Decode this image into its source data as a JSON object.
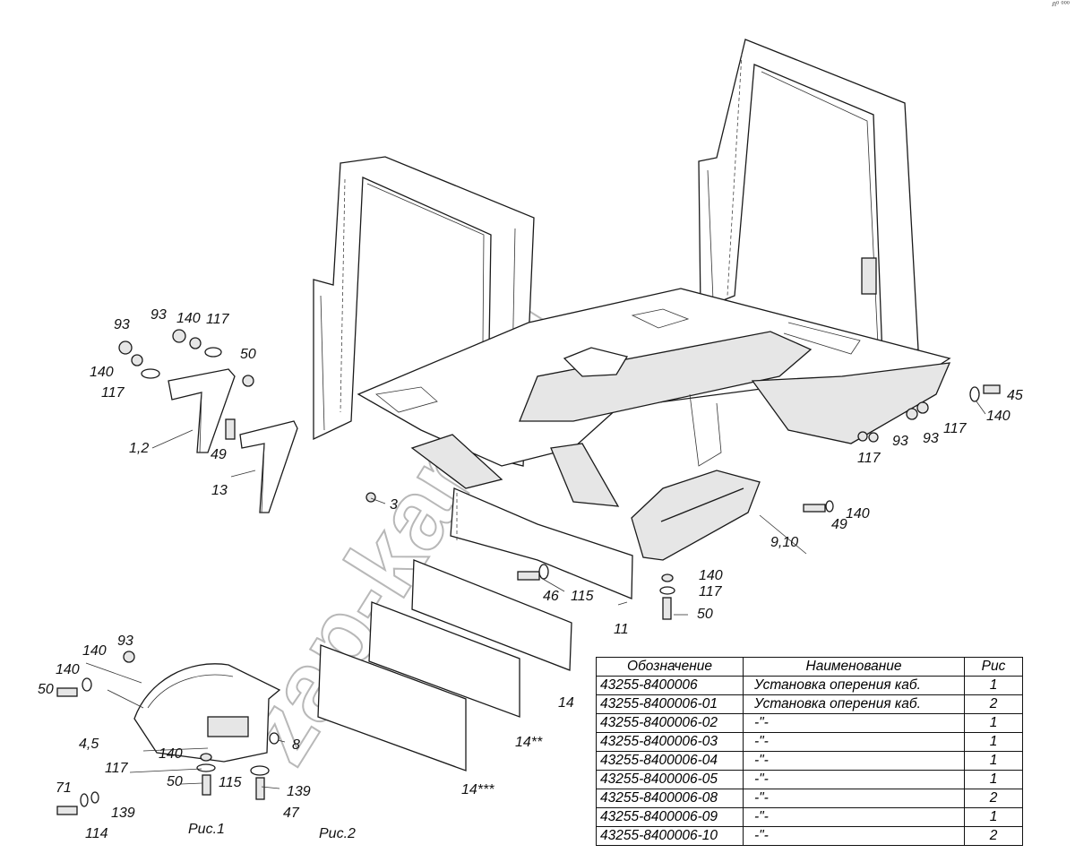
{
  "corner_mark": "л⁰ ⁰⁰⁰",
  "watermark": "zap-kam.ru",
  "figure_labels": [
    "Рис.1",
    "Рис.2"
  ],
  "callouts": {
    "c93a": "93",
    "c140a": "140",
    "c117a": "117",
    "c93b": "93",
    "c140b": "140",
    "c117b": "117",
    "c50a": "50",
    "c12": "1,2",
    "c49a": "49",
    "c13": "13",
    "c3": "3",
    "c45": "45",
    "c140c": "140",
    "c93c": "93",
    "c117c": "117",
    "c93d": "93",
    "c117d": "117",
    "c140d": "140",
    "c49b": "49",
    "c910": "9,10",
    "c140e": "140",
    "c117e": "117",
    "c50b": "50",
    "c46": "46",
    "c115a": "115",
    "c11": "11",
    "c14": "14",
    "c14b": "14**",
    "c14c": "14***",
    "c93e": "93",
    "c140f": "140",
    "c140g": "140",
    "c50c": "50",
    "c45b": "4,5",
    "c8": "8",
    "c140h": "140",
    "c117f": "117",
    "c50d": "50",
    "c115b": "115",
    "c139a": "139",
    "c71": "71",
    "c139b": "139",
    "c114": "114",
    "c47": "47"
  },
  "table": {
    "headers": [
      "Обозначение",
      "Наименование",
      "Рис"
    ],
    "rows": [
      [
        "43255-8400006",
        "Установка оперения каб.",
        "1"
      ],
      [
        "43255-8400006-01",
        "Установка оперения каб.",
        "2"
      ],
      [
        "43255-8400006-02",
        "-\"-",
        "1"
      ],
      [
        "43255-8400006-03",
        "-\"-",
        "1"
      ],
      [
        "43255-8400006-04",
        "-\"-",
        "1"
      ],
      [
        "43255-8400006-05",
        "-\"-",
        "1"
      ],
      [
        "43255-8400006-08",
        "-\"-",
        "2"
      ],
      [
        "43255-8400006-09",
        "-\"-",
        "1"
      ],
      [
        "43255-8400006-10",
        "-\"-",
        "2"
      ]
    ]
  }
}
